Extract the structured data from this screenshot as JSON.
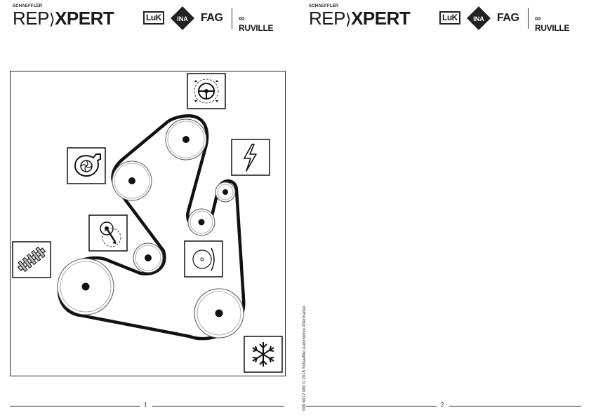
{
  "brand": {
    "company": "SCHAEFFLER",
    "product_light": "REP",
    "product_bold": "XPERT",
    "logos": [
      "LuK",
      "INA",
      "FAG",
      "RUVILLE"
    ]
  },
  "pages": [
    {
      "number": "1"
    },
    {
      "number": "2"
    }
  ],
  "side_text": "999 6012 080 © 2018 Schaeffler Automotive Aftermarket",
  "diagram": {
    "components": [
      {
        "name": "power-steering-pump",
        "icon": "steering-wheel-icon"
      },
      {
        "name": "water-pump",
        "icon": "water-pump-icon"
      },
      {
        "name": "alternator",
        "icon": "lightning-icon"
      },
      {
        "name": "tensioner",
        "icon": "tensioner-icon"
      },
      {
        "name": "crankshaft",
        "icon": "crankshaft-icon"
      },
      {
        "name": "idler-pulley",
        "icon": "idler-icon"
      },
      {
        "name": "ac-compressor",
        "icon": "snowflake-icon"
      }
    ]
  }
}
